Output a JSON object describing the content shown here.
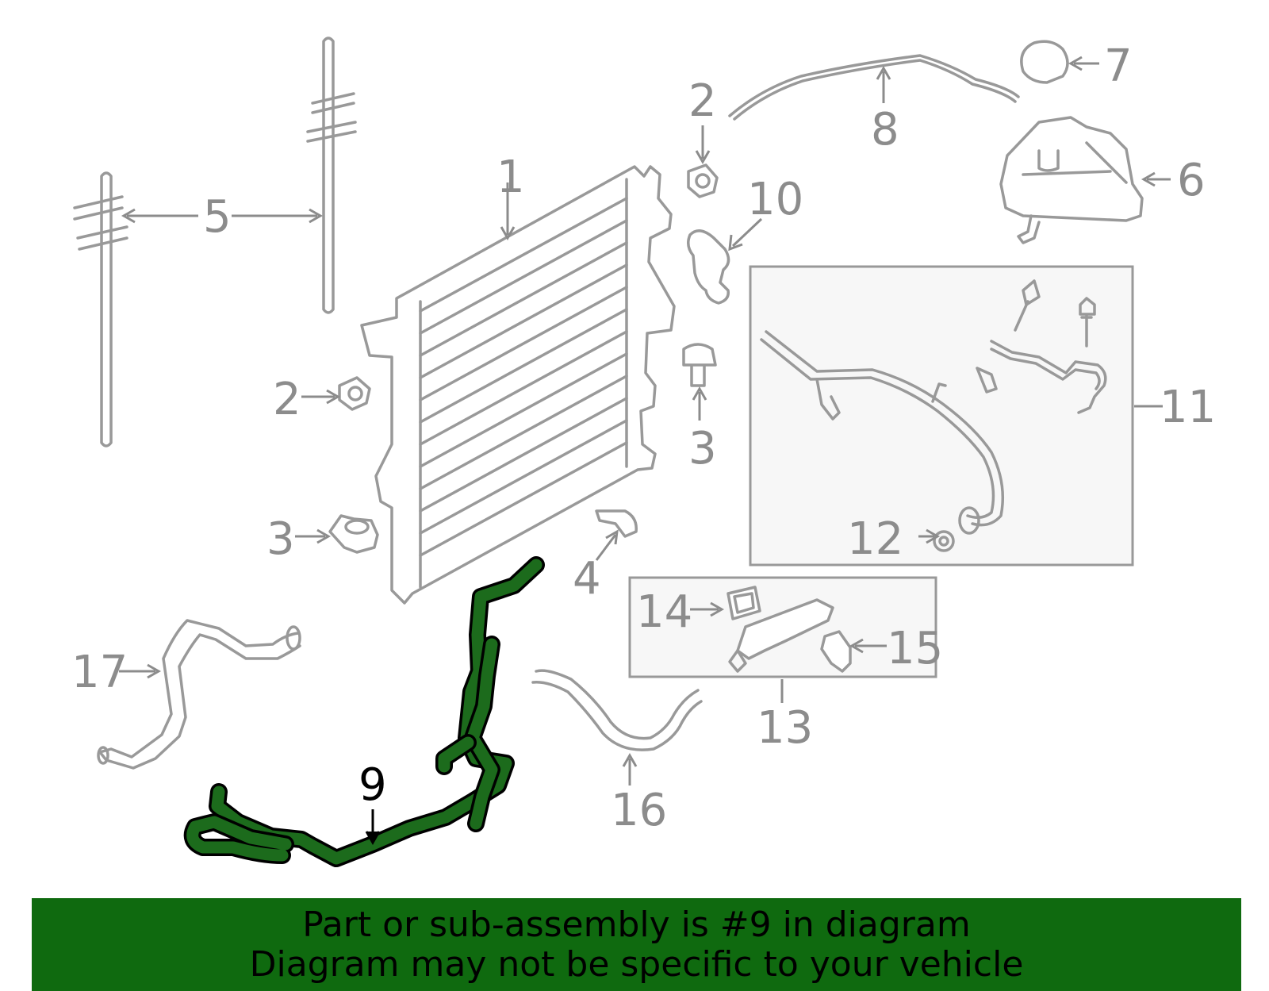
{
  "callouts": {
    "c1": "1",
    "c2a": "2",
    "c2b": "2",
    "c3a": "3",
    "c3b": "3",
    "c4": "4",
    "c5": "5",
    "c6": "6",
    "c7": "7",
    "c8": "8",
    "c9": "9",
    "c10": "10",
    "c11": "11",
    "c12": "12",
    "c13": "13",
    "c14": "14",
    "c15": "15",
    "c16": "16",
    "c17": "17"
  },
  "highlight": {
    "part_number": "9",
    "color": "#1c6b1c"
  },
  "banner": {
    "line1": "Part or sub-assembly is #9 in diagram",
    "line2": "Diagram may not be specific to your vehicle",
    "background": "#0f6a0f"
  }
}
